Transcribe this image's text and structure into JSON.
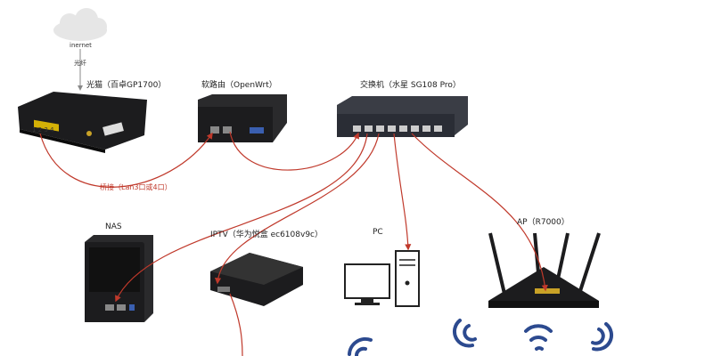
{
  "labels": {
    "internet": "inernet",
    "fiber": "光纤",
    "modem": "光猫（百卓GP1700）",
    "port_numbers": "1 2 3 4",
    "router": "软路由（OpenWrt）",
    "switch": "交换机（水星 SG108 Pro）",
    "bridge": "桥接（Lan3口或4口）",
    "nas": "NAS",
    "iptv": "IPTV（华为悦盒 ec6108v9c）",
    "pc": "PC",
    "ap": "AP（R7000）"
  },
  "colors": {
    "link": "#c0392b",
    "device": "#1c1c1e",
    "cloud": "#e6e6e6",
    "wifi": "#2c4a8f"
  },
  "icons": [
    "cloud-icon",
    "modem-device",
    "router-device",
    "switch-device",
    "nas-device",
    "iptv-box-device",
    "pc-device",
    "ap-device",
    "wifi-signal-icon"
  ]
}
